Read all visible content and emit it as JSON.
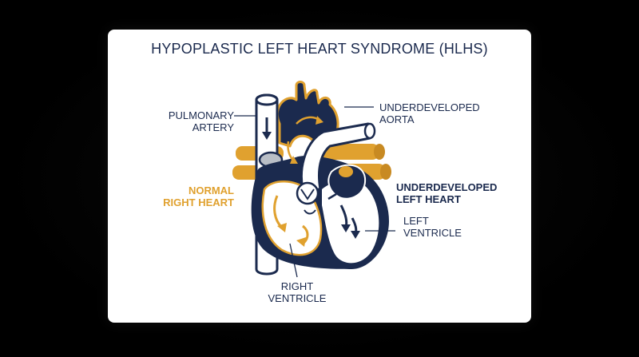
{
  "diagram": {
    "title": "HYPOPLASTIC LEFT HEART SYNDROME (HLHS)",
    "labels": {
      "pulmonary_artery": "PULMONARY\nARTERY",
      "underdeveloped_aorta": "UNDERDEVELOPED\nAORTA",
      "normal_right_heart": "NORMAL\nRIGHT HEART",
      "underdeveloped_left_heart": "UNDERDEVELOPED\nLEFT HEART",
      "left_ventricle": "LEFT\nVENTRICLE",
      "right_ventricle": "RIGHT\nVENTRICLE"
    }
  },
  "colors": {
    "navy": "#1b2a4e",
    "orange": "#e0a12f",
    "background": "#000000",
    "card": "#ffffff"
  }
}
